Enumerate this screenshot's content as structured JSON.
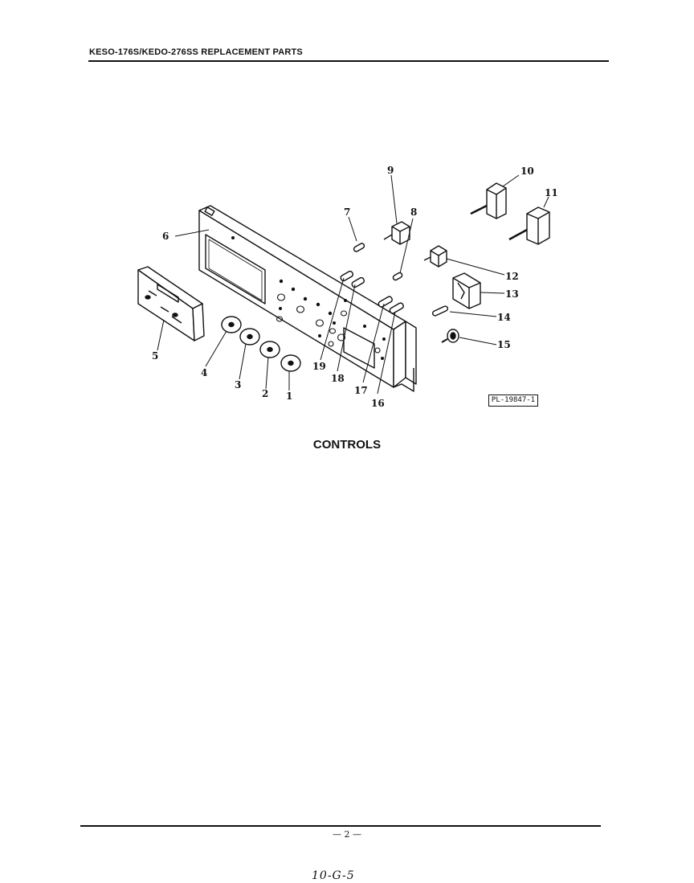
{
  "header": {
    "title": "KESO-176S/KEDO-276SS REPLACEMENT PARTS"
  },
  "diagram": {
    "callouts": [
      "1",
      "2",
      "3",
      "4",
      "5",
      "6",
      "7",
      "8",
      "9",
      "10",
      "11",
      "12",
      "13",
      "14",
      "15",
      "16",
      "17",
      "18",
      "19"
    ],
    "reference": "PL-19847-1"
  },
  "caption": "CONTROLS",
  "footer": {
    "page_number": "— 2 —",
    "handwritten_note": "10-G-5"
  }
}
